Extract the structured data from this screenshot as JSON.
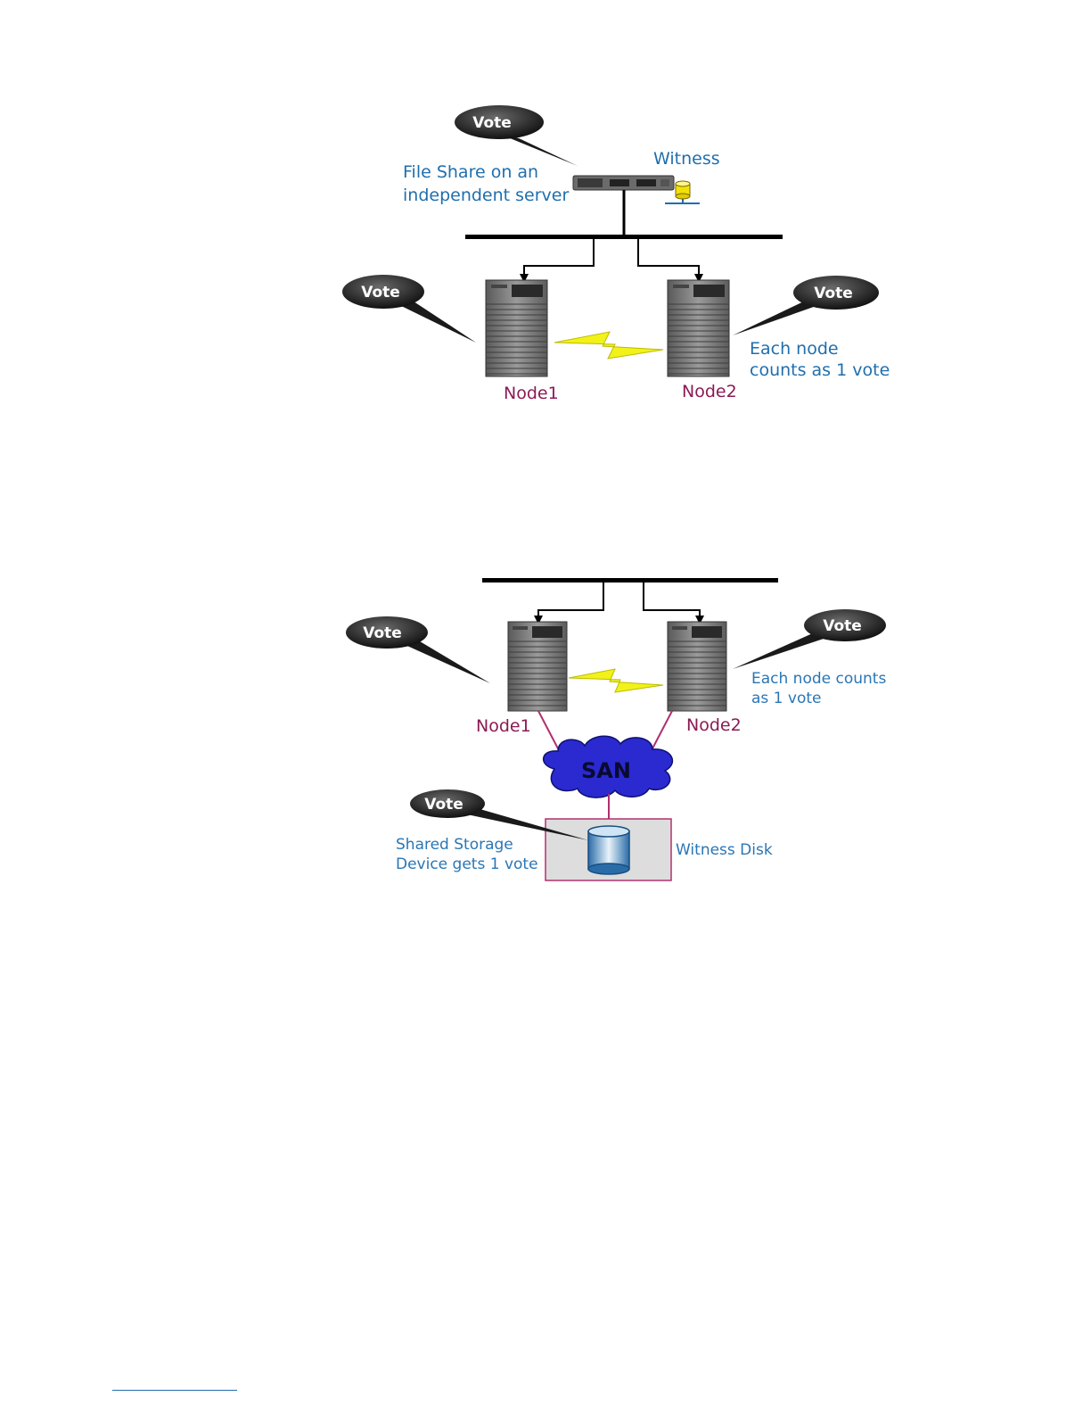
{
  "diagram1": {
    "witness_label": "Witness",
    "fileshare_line1": "File Share on an",
    "fileshare_line2": "independent server",
    "vote_top": "Vote",
    "vote_left": "Vote",
    "vote_right": "Vote",
    "node1_label": "Node1",
    "node2_label": "Node2",
    "each_node_line1": "Each node",
    "each_node_line2": "counts as 1 vote"
  },
  "diagram2": {
    "vote_left": "Vote",
    "vote_right": "Vote",
    "vote_storage": "Vote",
    "node1_label": "Node1",
    "node2_label": "Node2",
    "each_node_line1": "Each node counts",
    "each_node_line2": "as 1 vote",
    "san_label": "SAN",
    "storage_line1": "Shared Storage",
    "storage_line2": "Device gets 1 vote",
    "witness_disk_label": "Witness Disk"
  },
  "colors": {
    "label_blue": "#1f6fae",
    "node_label_maroon": "#8b1a55",
    "heartbeat_yellow": "#f2f21a",
    "san_cloud": "#2a2ad0",
    "witness_box_border": "#b0306f"
  }
}
